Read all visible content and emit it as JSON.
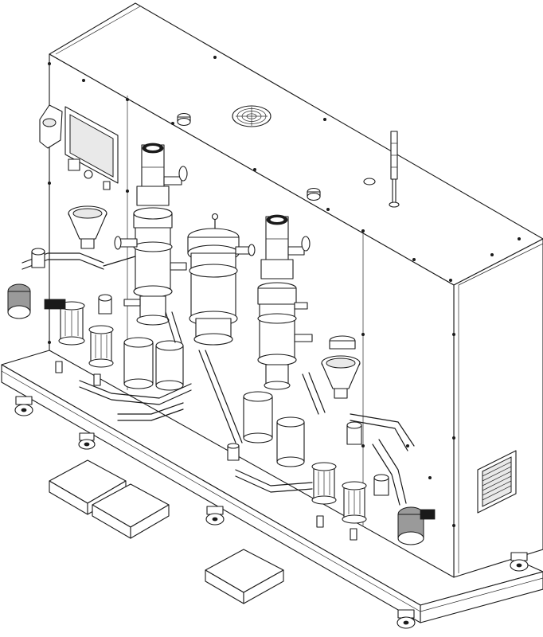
{
  "drawing": {
    "style": "isometric line drawing",
    "colors": {
      "line": "#1a1a1a",
      "background": "#ffffff",
      "shade": "#9a9a9a"
    },
    "components": [
      "cabinet",
      "base-frame",
      "caster-wheel",
      "control-panel",
      "touch-screen",
      "emergency-stop",
      "cooling-fan",
      "signal-tower",
      "ventilation-grille",
      "motor",
      "hopper",
      "pump",
      "filter-housing",
      "vessel",
      "pipework",
      "valve",
      "floor-pad"
    ],
    "counts": {
      "caster_wheels": 5,
      "floor_pads": 3,
      "motors": 2,
      "hoppers": 2
    }
  }
}
